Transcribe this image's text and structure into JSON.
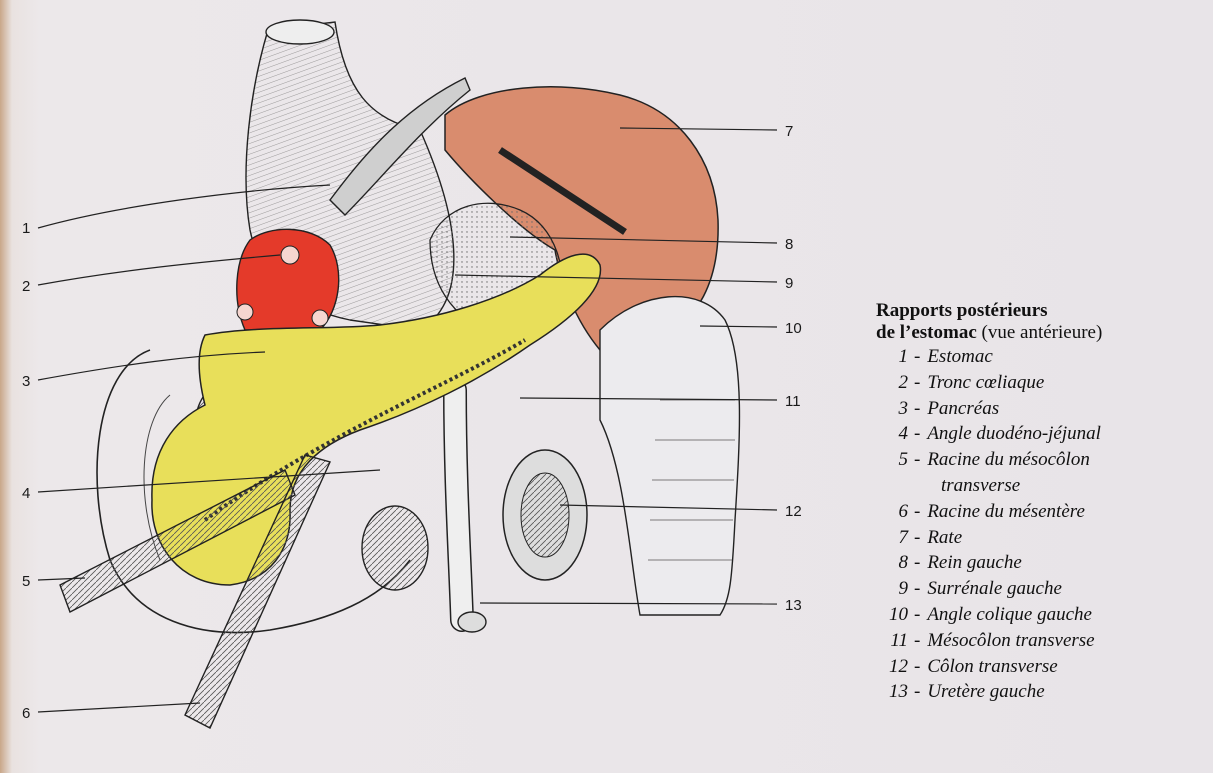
{
  "legend": {
    "title_line1": "Rapports postérieurs",
    "title_line2_bold": "de l’estomac",
    "title_line2_rest": " (vue antérieure)",
    "items": [
      {
        "num": "1",
        "label": "Estomac"
      },
      {
        "num": "2",
        "label": "Tronc cœliaque"
      },
      {
        "num": "3",
        "label": "Pancréas"
      },
      {
        "num": "4",
        "label": "Angle duodéno-jéjunal"
      },
      {
        "num": "5",
        "label": "Racine du mésocôlon",
        "label_cont": "transverse"
      },
      {
        "num": "6",
        "label": "Racine du mésentère"
      },
      {
        "num": "7",
        "label": "Rate"
      },
      {
        "num": "8",
        "label": "Rein gauche"
      },
      {
        "num": "9",
        "label": "Surrénale gauche"
      },
      {
        "num": "10",
        "label": "Angle colique gauche"
      },
      {
        "num": "11",
        "label": "Mésocôlon transverse"
      },
      {
        "num": "12",
        "label": "Côlon transverse"
      },
      {
        "num": "13",
        "label": "Uretère gauche"
      }
    ]
  },
  "callouts": [
    "1",
    "2",
    "3",
    "4",
    "5",
    "6",
    "7",
    "8",
    "9",
    "10",
    "11",
    "12",
    "13"
  ],
  "colors": {
    "spleen": "#d98c6e",
    "pancreas": "#e8df5a",
    "celiac": "#e43a2a",
    "ink": "#222222"
  }
}
